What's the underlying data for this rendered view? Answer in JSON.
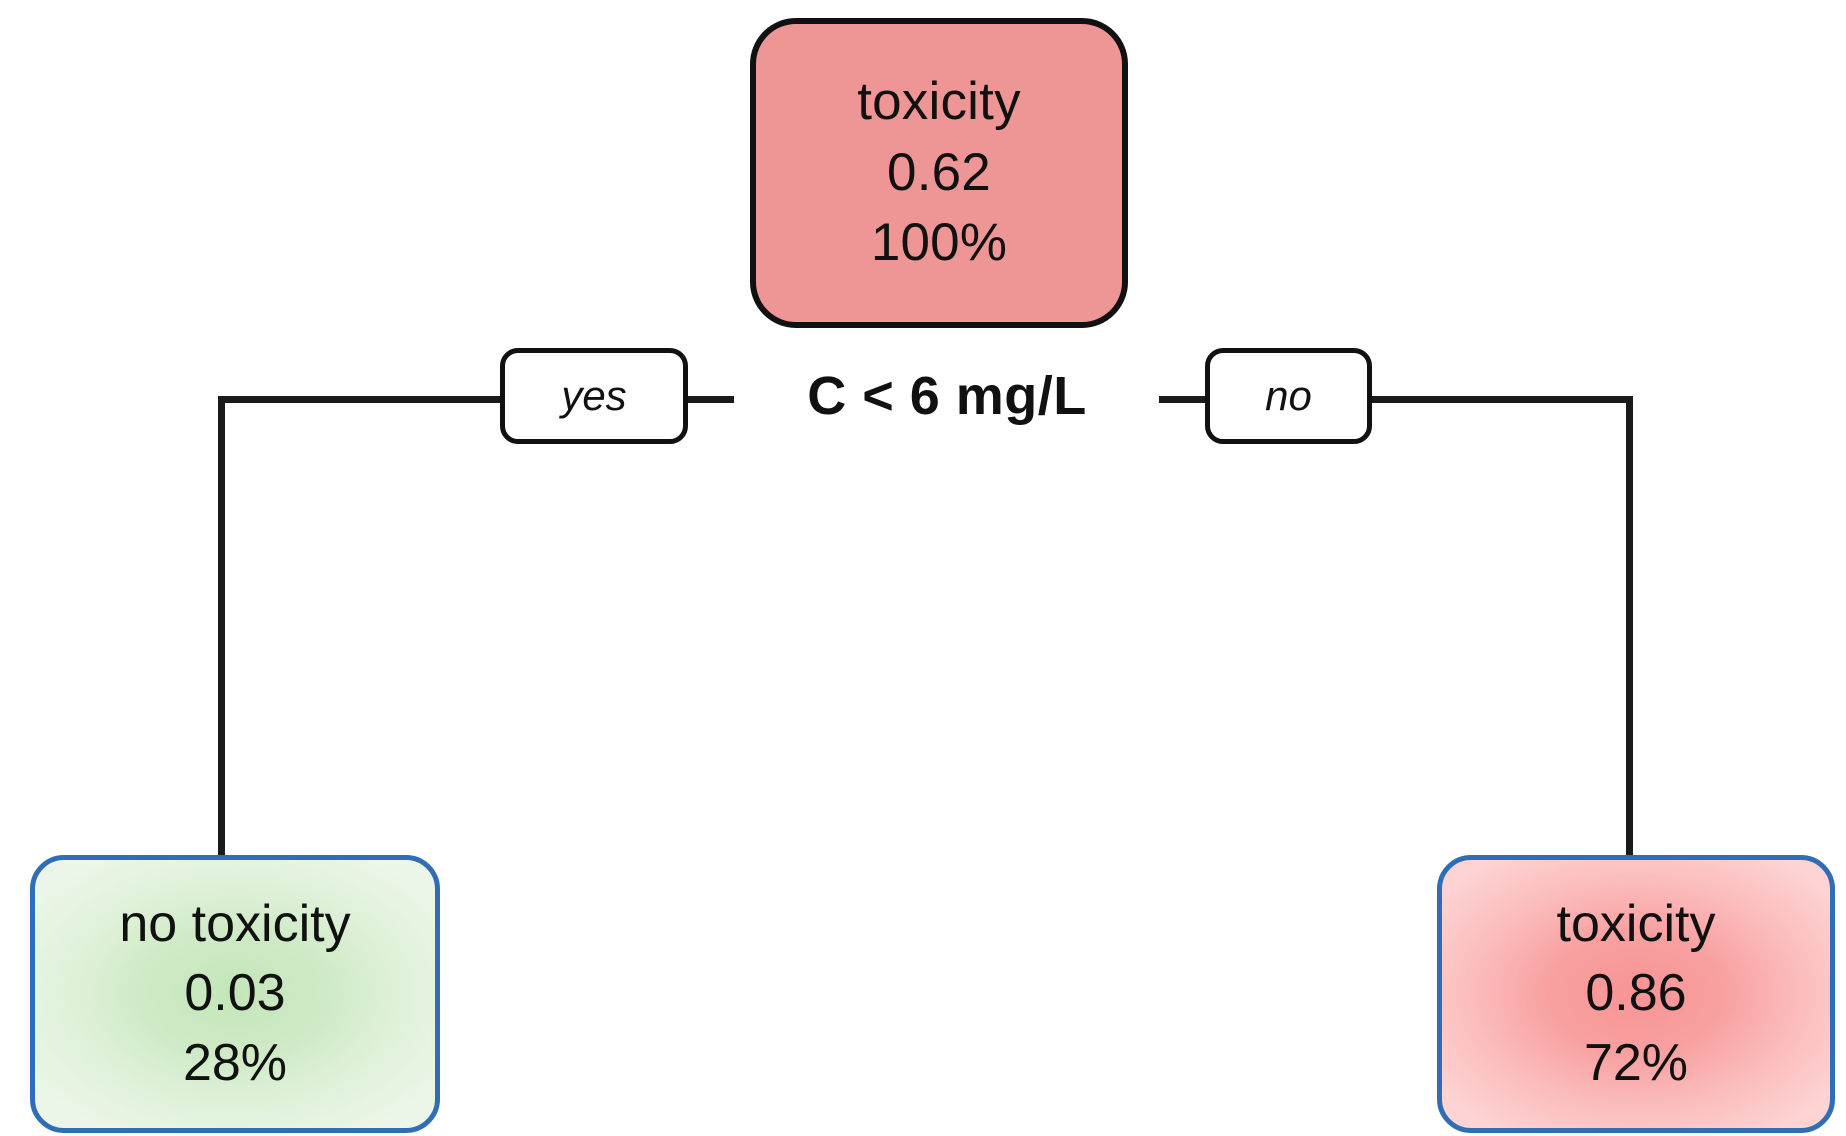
{
  "diagram": {
    "type": "decision-tree",
    "title_visible": false,
    "colors": {
      "root_fill": "#ee9595",
      "root_border": "#111111",
      "leaf_border": "#2f6eb5",
      "leaf_green_center": "#c4e6ba",
      "leaf_green_edge": "#ecf6e8",
      "leaf_red_center": "#f79494",
      "leaf_red_edge": "#fdd3d3",
      "line": "#1a1a1a",
      "text": "#111111",
      "background": "#ffffff"
    }
  },
  "root": {
    "label": "toxicity",
    "value": "0.62",
    "percent": "100%"
  },
  "split": {
    "condition": "C < 6 mg/L",
    "yes_label": "yes",
    "no_label": "no"
  },
  "leaves": [
    {
      "side": "left",
      "branch": "yes",
      "label": "no toxicity",
      "value": "0.03",
      "percent": "28%"
    },
    {
      "side": "right",
      "branch": "no",
      "label": "toxicity",
      "value": "0.86",
      "percent": "72%"
    }
  ],
  "chart_data": {
    "type": "tree",
    "title": "",
    "nodes": [
      {
        "id": "root",
        "class_label": "toxicity",
        "probability": 0.62,
        "sample_percent": 100,
        "is_leaf": false,
        "split": "C < 6 mg/L"
      },
      {
        "id": "left-leaf",
        "parent": "root",
        "edge_label": "yes",
        "class_label": "no toxicity",
        "probability": 0.03,
        "sample_percent": 28,
        "is_leaf": true
      },
      {
        "id": "right-leaf",
        "parent": "root",
        "edge_label": "no",
        "class_label": "toxicity",
        "probability": 0.86,
        "sample_percent": 72,
        "is_leaf": true
      }
    ]
  }
}
